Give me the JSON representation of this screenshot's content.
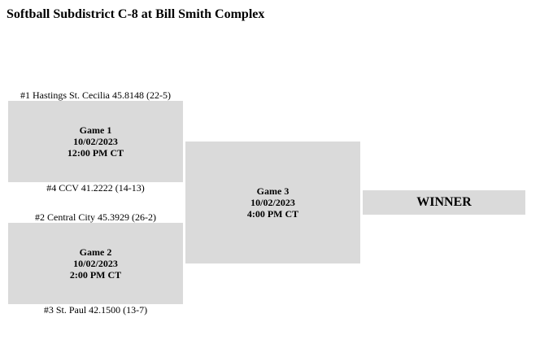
{
  "page": {
    "title": "Softball Subdistrict C-8 at Bill Smith Complex"
  },
  "bracket": {
    "game1": {
      "team_top": "#1 Hastings St. Cecilia 45.8148 (22-5)",
      "team_bottom": "#4 CCV 41.2222 (14-13)",
      "name": "Game 1",
      "date": "10/02/2023",
      "time": "12:00 PM CT"
    },
    "game2": {
      "team_top": "#2 Central City 45.3929 (26-2)",
      "team_bottom": "#3 St. Paul 42.1500 (13-7)",
      "name": "Game 2",
      "date": "10/02/2023",
      "time": "2:00 PM CT"
    },
    "game3": {
      "name": "Game 3",
      "date": "10/02/2023",
      "time": "4:00 PM CT"
    },
    "winner_label": "WINNER",
    "colors": {
      "box_fill": "#dadada"
    }
  }
}
